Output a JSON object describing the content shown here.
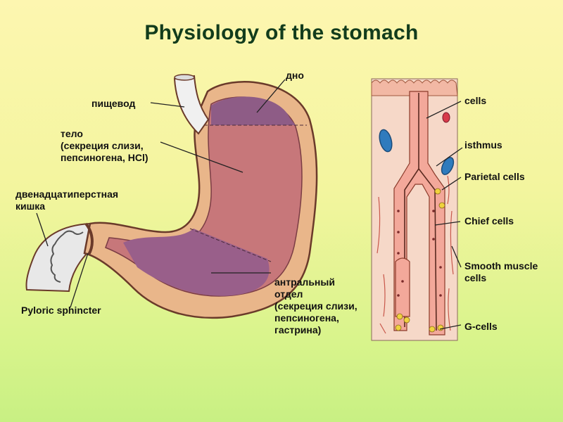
{
  "title": "Physiology of the stomach",
  "labels": {
    "fundus": "дно",
    "esophagus": "пищевод",
    "body": [
      "тело",
      "(секреция слизи,",
      "пепсиногена, HCl)"
    ],
    "duodenum": [
      "двенадцатиперстная",
      "кишка"
    ],
    "pyloric": "Pyloric sphincter",
    "antrum": [
      "антральный",
      "отдел",
      "(секреция слизи,",
      "пепсиногена,",
      "гастрина)"
    ],
    "cells": "cells",
    "isthmus": "isthmus",
    "parietal": "Parietal cells",
    "chief": "Chief cells",
    "smooth": [
      "Smooth muscle",
      "cells"
    ],
    "gcells": "G-cells"
  },
  "colors": {
    "stomach_wall": "#e9b68a",
    "stomach_inner": "#c7777a",
    "fundus_region": "#8e5c86",
    "antrum_region": "#995f8a",
    "esophagus": "#f0f0f0",
    "gland_tissue": "#f6c6b4",
    "parietal_cell": "#f0d23e",
    "vessel": "#2f7bbd",
    "outline": "#6a3a2a"
  }
}
